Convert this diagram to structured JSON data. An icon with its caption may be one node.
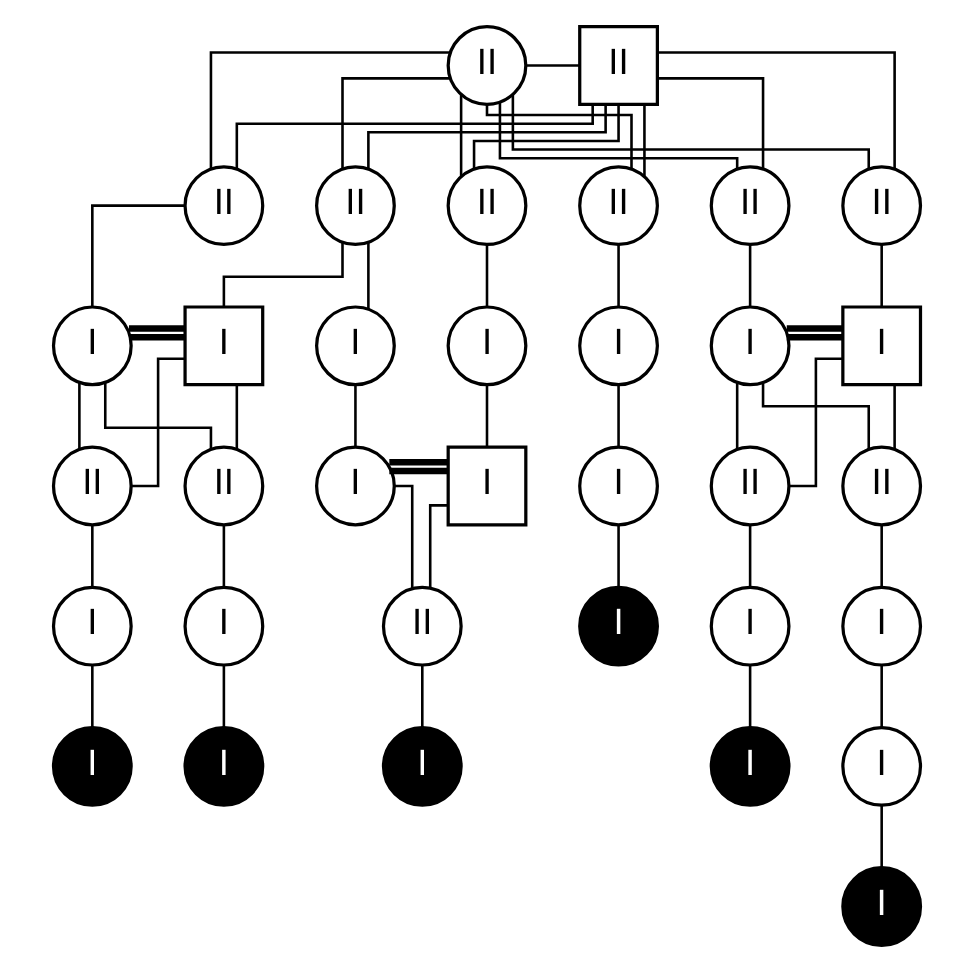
{
  "diagram": {
    "nodes": [
      {
        "text": [
          "II"
        ]
      },
      {
        "text": [
          "II"
        ]
      },
      {
        "text": [
          "II"
        ]
      },
      {
        "text": [
          "II"
        ]
      },
      {
        "text": [
          "II"
        ]
      },
      {
        "text": [
          "II"
        ]
      },
      {
        "text": [
          "II"
        ]
      },
      {
        "text": [
          "II"
        ]
      },
      {
        "text": [
          "I"
        ]
      },
      {
        "text": [
          "I"
        ]
      },
      {
        "text": [
          "I"
        ]
      },
      {
        "text": [
          "I"
        ]
      },
      {
        "text": [
          "I"
        ]
      },
      {
        "text": [
          "I"
        ]
      },
      {
        "text": [
          "I"
        ]
      },
      {
        "text": [
          "II"
        ]
      },
      {
        "text": [
          "II"
        ]
      },
      {
        "text": [
          "I"
        ]
      },
      {
        "text": [
          "I"
        ]
      },
      {
        "text": [
          "I"
        ]
      },
      {
        "text": [
          "II"
        ]
      },
      {
        "text": [
          "II"
        ]
      },
      {
        "text": [
          "I"
        ]
      },
      {
        "text": [
          "I"
        ]
      },
      {
        "text": [
          "II"
        ]
      },
      {
        "text": [
          "I"
        ]
      },
      {
        "text": [
          "I"
        ]
      },
      {
        "text": [
          "I"
        ]
      },
      {
        "text": [
          "I"
        ]
      },
      {
        "text": [
          "I"
        ]
      },
      {
        "text": [
          "I"
        ]
      },
      {
        "text": [
          "I"
        ]
      },
      {
        "text": [
          "I"
        ]
      },
      {
        "text": [
          "I"
        ]
      }
    ],
    "edges": [
      {
        "from": 0,
        "to": 1,
        "arrow": "none"
      },
      {
        "from": 0,
        "to": 2,
        "arrow": "none"
      },
      {
        "from": 1,
        "to": 2,
        "arrow": "none"
      },
      {
        "from": 0,
        "to": 3,
        "arrow": "none"
      },
      {
        "from": 1,
        "to": 3,
        "arrow": "none"
      },
      {
        "from": 0,
        "to": 4,
        "arrow": "none"
      },
      {
        "from": 1,
        "to": 4,
        "arrow": "none"
      },
      {
        "from": 0,
        "to": 5,
        "arrow": "none"
      },
      {
        "from": 1,
        "to": 5,
        "arrow": "none"
      },
      {
        "from": 0,
        "to": 6,
        "arrow": "none"
      },
      {
        "from": 1,
        "to": 6,
        "arrow": "none"
      },
      {
        "from": 0,
        "to": 7,
        "arrow": "none"
      },
      {
        "from": 1,
        "to": 7,
        "arrow": "none"
      },
      {
        "from": 2,
        "to": 8,
        "arrow": "none"
      },
      {
        "from": 3,
        "to": 9,
        "arrow": "none"
      },
      {
        "from": 3,
        "to": 10,
        "arrow": "none"
      },
      {
        "from": 4,
        "to": 11,
        "arrow": "none"
      },
      {
        "from": 5,
        "to": 12,
        "arrow": "none"
      },
      {
        "from": 6,
        "to": 13,
        "arrow": "none"
      },
      {
        "from": 7,
        "to": 14,
        "arrow": "none"
      },
      {
        "from": 8,
        "to": 9,
        "arrow": "none",
        "style": "thick"
      },
      {
        "from": 8,
        "to": 15,
        "arrow": "none"
      },
      {
        "from": 9,
        "to": 15,
        "arrow": "none"
      },
      {
        "from": 8,
        "to": 16,
        "arrow": "none"
      },
      {
        "from": 9,
        "to": 16,
        "arrow": "none"
      },
      {
        "from": 10,
        "to": 17,
        "arrow": "none"
      },
      {
        "from": 11,
        "to": 18,
        "arrow": "none"
      },
      {
        "from": 12,
        "to": 19,
        "arrow": "none"
      },
      {
        "from": 13,
        "to": 14,
        "arrow": "none",
        "style": "thick"
      },
      {
        "from": 13,
        "to": 20,
        "arrow": "none"
      },
      {
        "from": 14,
        "to": 20,
        "arrow": "none"
      },
      {
        "from": 13,
        "to": 21,
        "arrow": "none"
      },
      {
        "from": 14,
        "to": 21,
        "arrow": "none"
      },
      {
        "from": 17,
        "to": 18,
        "arrow": "none",
        "style": "thick"
      },
      {
        "from": 15,
        "to": 22,
        "arrow": "none"
      },
      {
        "from": 16,
        "to": 23,
        "arrow": "none"
      },
      {
        "from": 17,
        "to": 24,
        "arrow": "none"
      },
      {
        "from": 18,
        "to": 24,
        "arrow": "none"
      },
      {
        "from": 19,
        "to": 25,
        "arrow": "none"
      },
      {
        "from": 20,
        "to": 26,
        "arrow": "none"
      },
      {
        "from": 21,
        "to": 27,
        "arrow": "none"
      },
      {
        "from": 22,
        "to": 28,
        "arrow": "none"
      },
      {
        "from": 23,
        "to": 29,
        "arrow": "none"
      },
      {
        "from": 24,
        "to": 30,
        "arrow": "none"
      },
      {
        "from": 26,
        "to": 31,
        "arrow": "none"
      },
      {
        "from": 27,
        "to": 32,
        "arrow": "none"
      },
      {
        "from": 31,
        "to": 33,
        "arrow": "none"
      }
    ]
  }
}
